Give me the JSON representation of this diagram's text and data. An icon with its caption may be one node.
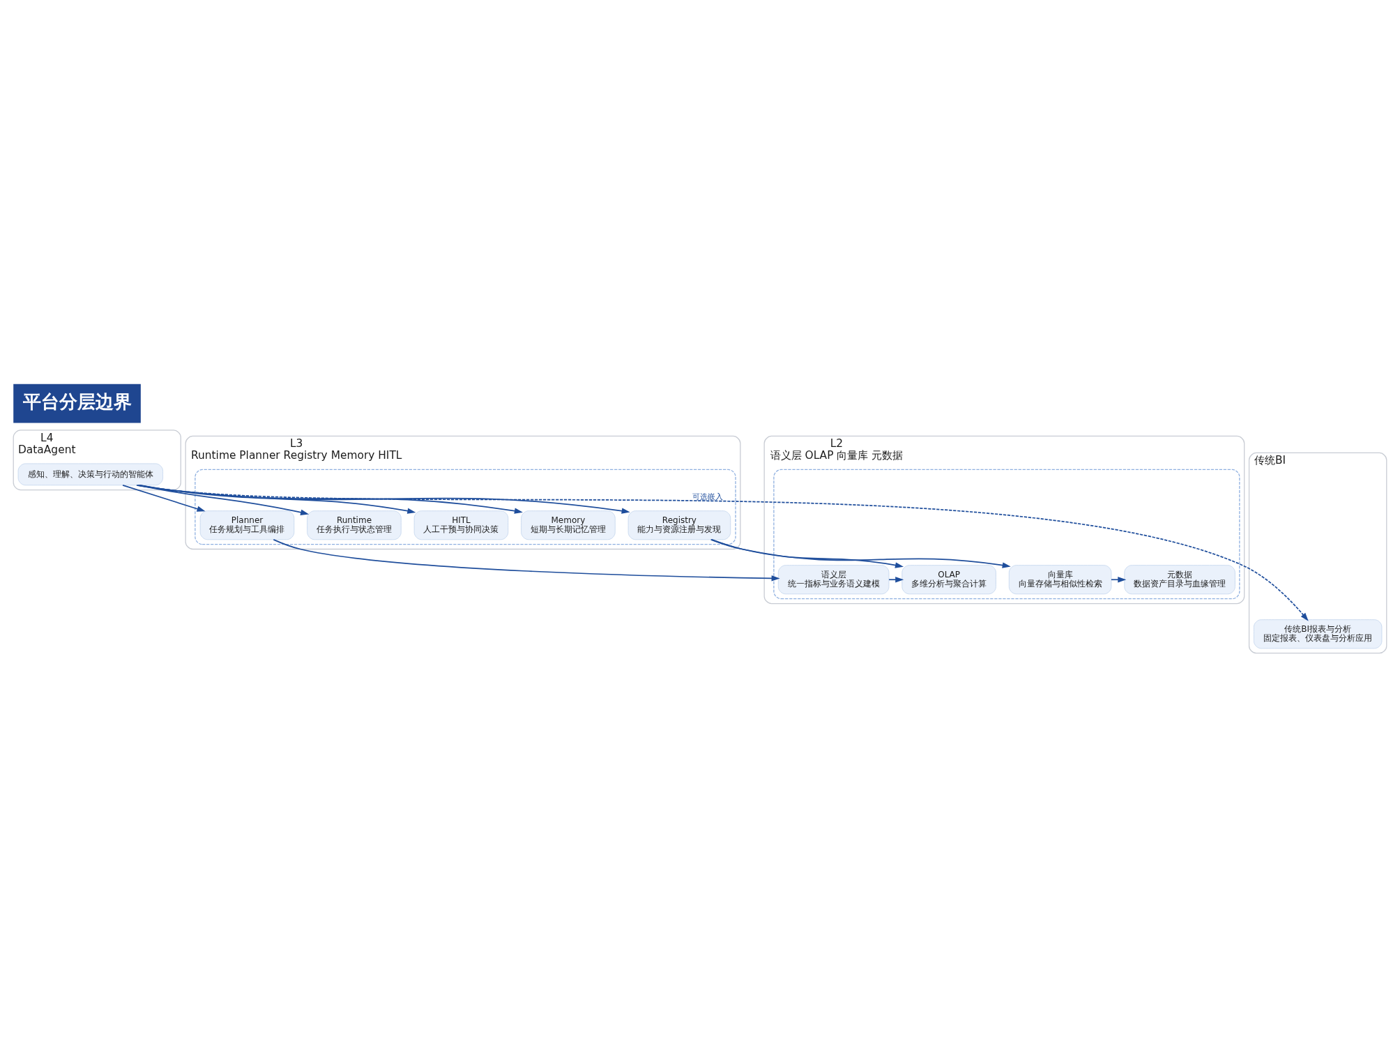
{
  "diagram": {
    "title": "平台分层边界",
    "nodes": [
      {
        "text": [
          "L4",
          "DataAgent"
        ]
      },
      {
        "text": [
          "感知、理解、决策与行动的智能体"
        ],
        "in": 0
      },
      {
        "text": [
          "L3",
          "Runtime Planner Registry Memory HITL"
        ]
      },
      {
        "text": [],
        "shape": "box",
        "in": 2
      },
      {
        "text": [
          "Runtime",
          "任务执行与状态管理"
        ],
        "in": 3
      },
      {
        "text": [
          "Planner",
          "任务规划与工具编排"
        ],
        "in": 3
      },
      {
        "text": [
          "Registry",
          "能力与资源注册与发现"
        ],
        "in": 3
      },
      {
        "text": [
          "Memory",
          "短期与长期记忆管理"
        ],
        "in": 3
      },
      {
        "text": [
          "HITL",
          "人工干预与协同决策"
        ],
        "in": 3
      },
      {
        "text": [
          "L2",
          "语义层 OLAP 向量库 元数据"
        ]
      },
      {
        "text": [],
        "shape": "box",
        "in": 9
      },
      {
        "text": [
          "语义层",
          "统一指标与业务语义建模"
        ],
        "in": 10
      },
      {
        "text": [
          "OLAP",
          "多维分析与聚合计算"
        ],
        "in": 10
      },
      {
        "text": [
          "向量库",
          "向量存储与相似性检索"
        ],
        "in": 10
      },
      {
        "text": [
          "元数据",
          "数据资产目录与血缘管理"
        ],
        "in": 10
      },
      {
        "text": [
          "传统BI"
        ]
      },
      {
        "text": [
          "传统BI报表与分析",
          "固定报表、仪表盘与分析应用"
        ],
        "in": 15
      }
    ],
    "edges": [
      {
        "from": 1,
        "to": 4,
        "arrow": "to"
      },
      {
        "from": 1,
        "to": 5,
        "arrow": "to"
      },
      {
        "from": 1,
        "to": 6,
        "arrow": "to"
      },
      {
        "from": 1,
        "to": 7,
        "arrow": "to"
      },
      {
        "from": 1,
        "to": 8,
        "arrow": "to"
      },
      {
        "from": 5,
        "to": 11,
        "arrow": "to"
      },
      {
        "from": 6,
        "to": 12,
        "arrow": "to"
      },
      {
        "from": 6,
        "to": 13,
        "arrow": "to"
      },
      {
        "from": 11,
        "to": 12,
        "arrow": "to"
      },
      {
        "from": 13,
        "to": 14,
        "arrow": "to"
      },
      {
        "from": 1,
        "to": 16,
        "arrow": "to",
        "style": "dashed",
        "label": "可选嵌入"
      }
    ]
  }
}
